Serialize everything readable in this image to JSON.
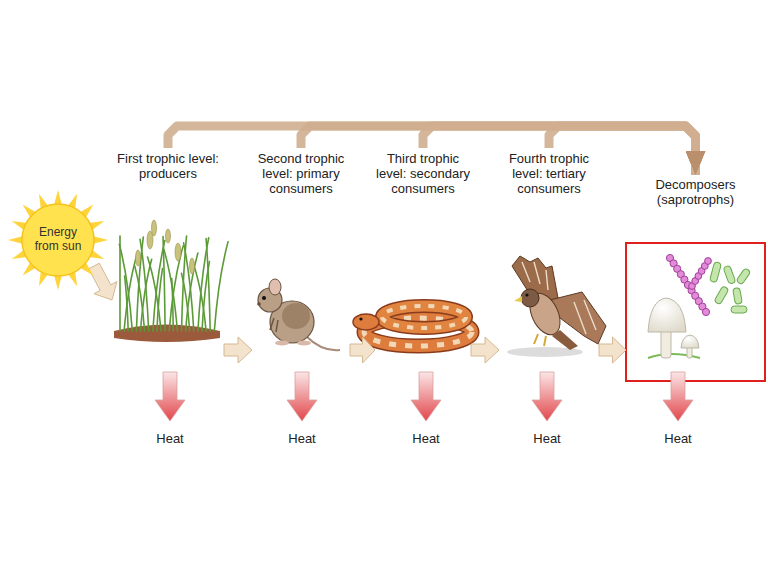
{
  "diagram": {
    "nodes": [
      {
        "text": [
          "Energy from sun"
        ]
      },
      {
        "text": [
          "First trophic level: producers"
        ]
      },
      {
        "text": [
          "Second trophic level: primary consumers"
        ]
      },
      {
        "text": [
          "Third trophic level: secondary consumers"
        ]
      },
      {
        "text": [
          "Fourth trophic level: tertiary consumers"
        ]
      },
      {
        "text": [
          "Decomposers (saprotrophs)"
        ]
      }
    ],
    "edges": [
      {
        "from": 0,
        "to": 1,
        "arrow": "to"
      },
      {
        "from": 1,
        "to": 2,
        "arrow": "to"
      },
      {
        "from": 2,
        "to": 3,
        "arrow": "to"
      },
      {
        "from": 3,
        "to": 4,
        "arrow": "to"
      },
      {
        "from": 4,
        "to": 5,
        "arrow": "to"
      },
      {
        "from": 1,
        "to": 5,
        "arrow": "to"
      },
      {
        "from": 2,
        "to": 5,
        "arrow": "to"
      },
      {
        "from": 3,
        "to": 5,
        "arrow": "to"
      },
      {
        "from": 4,
        "to": 5,
        "arrow": "to"
      }
    ],
    "labels": [
      "Heat",
      "Heat",
      "Heat",
      "Heat",
      "Heat"
    ]
  }
}
